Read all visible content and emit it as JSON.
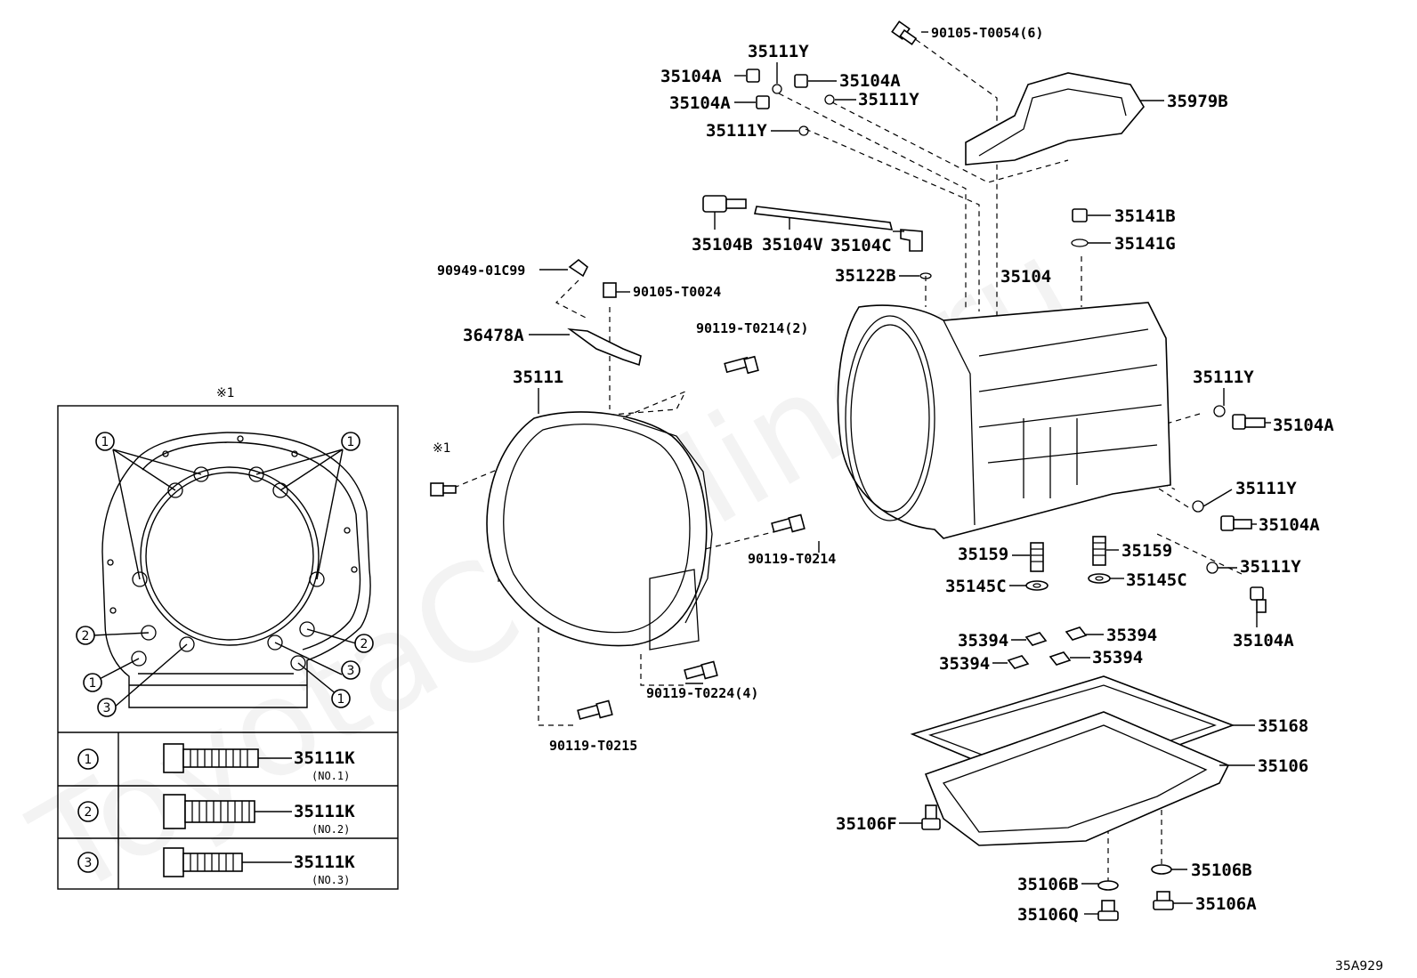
{
  "watermark": "ToyotaCarMine.ru",
  "diagram_code": "35A929",
  "inset": {
    "marker": "※1",
    "legend": [
      {
        "num": "1",
        "part": "35111K",
        "sub": "(NO.1)"
      },
      {
        "num": "2",
        "part": "35111K",
        "sub": "(NO.2)"
      },
      {
        "num": "3",
        "part": "35111K",
        "sub": "(NO.3)"
      }
    ]
  },
  "labels": {
    "p90105_T0054": "90105-T0054(6)",
    "p35111Y_a": "35111Y",
    "p35104A_a": "35104A",
    "p35104A_b": "35104A",
    "p35104A_c": "35104A",
    "p35111Y_b": "35111Y",
    "p35111Y_c": "35111Y",
    "p35979B": "35979B",
    "p35104B": "35104B",
    "p35104V": "35104V",
    "p35104C": "35104C",
    "p35141B": "35141B",
    "p35141G": "35141G",
    "p35122B": "35122B",
    "p35104": "35104",
    "p90949_01C99": "90949-01C99",
    "p90105_T0024": "90105-T0024",
    "p36478A": "36478A",
    "p90119_T0214_2": "90119-T0214(2)",
    "p35111": "35111",
    "marker1": "※1",
    "p90119_T0214": "90119-T0214",
    "p35111Y_d": "35111Y",
    "p35104A_d": "35104A",
    "p35111Y_e": "35111Y",
    "p35104A_e": "35104A",
    "p35111Y_f": "35111Y",
    "p35104A_f": "35104A",
    "p35159_a": "35159",
    "p35159_b": "35159",
    "p35145C_a": "35145C",
    "p35145C_b": "35145C",
    "p35394_a": "35394",
    "p35394_b": "35394",
    "p35394_c": "35394",
    "p35394_d": "35394",
    "p90119_T0224": "90119-T0224(4)",
    "p90119_T0215": "90119-T0215",
    "p35168": "35168",
    "p35106": "35106",
    "p35106F": "35106F",
    "p35106B_a": "35106B",
    "p35106B_b": "35106B",
    "p35106Q": "35106Q",
    "p35106A": "35106A"
  }
}
